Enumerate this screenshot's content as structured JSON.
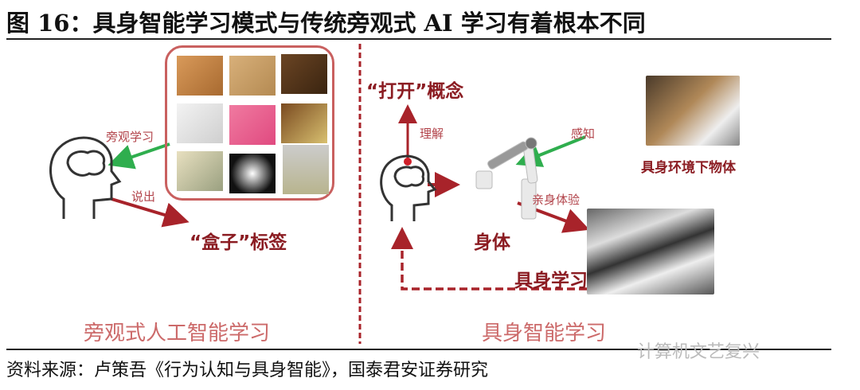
{
  "title": "图 16：具身智能学习模式与传统旁观式 AI 学习有着根本不同",
  "left": {
    "observe_label": "旁观学习",
    "speak_label": "说出",
    "box_label": "“盒子”标签",
    "section_title": "旁观式人工智能学习"
  },
  "right": {
    "concept_label": "“打开”概念",
    "understand_label": "理解",
    "body_label": "身体",
    "perceive_label": "感知",
    "object_label": "具身环境下物体",
    "experience_label": "亲身体验",
    "embodied_learning_label": "具身学习",
    "section_title": "具身智能学习"
  },
  "source": "资料来源：卢策吾《行为认知与具身智能》，国泰君安证券研究",
  "watermark": "计算机文艺复兴",
  "colors": {
    "red": "#a8232a",
    "green": "#2fae4e",
    "frame": "#c9605f"
  }
}
